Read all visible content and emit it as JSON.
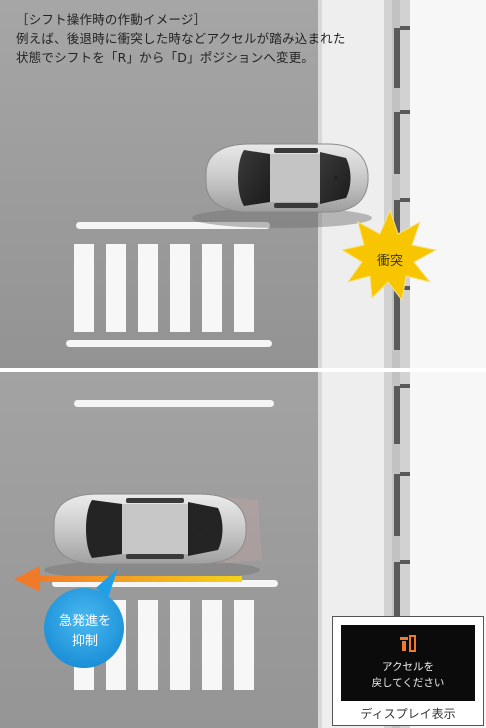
{
  "caption": {
    "line1": "［シフト操作時の作動イメージ］",
    "line2": "例えば、後退時に衝突した時などアクセルが踏み込まれた",
    "line3": "状態でシフトを「R」から「D」ポジションへ変更。"
  },
  "collision_label": "衝突",
  "suppress_label": {
    "line1": "急発進を",
    "line2": "抑制"
  },
  "display": {
    "message_line1": "アクセルを",
    "message_line2": "戻してください",
    "caption": "ディスプレイ表示",
    "icon": "accelerator-pedal-warning-icon"
  },
  "colors": {
    "road": "#9c9c9c",
    "sidewalk": "#f4f4f4",
    "burst": "#f7c600",
    "bubble": "#1f9fe6",
    "arrow_head": "#ef7a2a",
    "arrow_tail": "#f5d21a",
    "warning_icon": "#f07a2a"
  }
}
